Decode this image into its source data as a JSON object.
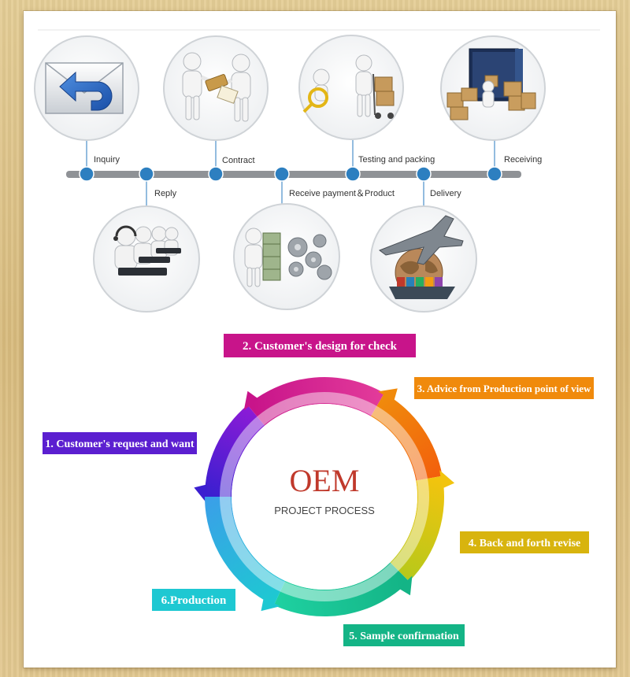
{
  "timeline": {
    "steps": [
      {
        "label": "Inquiry",
        "icon": "envelope-reply-icon"
      },
      {
        "label": "Reply",
        "icon": "call-center-icon"
      },
      {
        "label": "Contract",
        "icon": "handshake-contract-icon"
      },
      {
        "label": "Receive payment＆Product",
        "icon": "money-gears-icon"
      },
      {
        "label": "Testing and packing",
        "icon": "inspection-packing-icon"
      },
      {
        "label": "Delivery",
        "icon": "airplane-ship-globe-icon"
      },
      {
        "label": "Receiving",
        "icon": "container-boxes-icon"
      }
    ]
  },
  "oem": {
    "title": "OEM",
    "subtitle": "PROJECT PROCESS",
    "steps": [
      {
        "label": "1. Customer's request and want",
        "color": "#5b1fd0"
      },
      {
        "label": "2. Customer's design for check",
        "color": "#c8148a"
      },
      {
        "label": "3. Advice from Production point of view",
        "color": "#f08a0c"
      },
      {
        "label": "4. Back and forth revise",
        "color": "#d8b40e"
      },
      {
        "label": "5. Sample confirmation",
        "color": "#14b486"
      },
      {
        "label": "6.Production",
        "color": "#1ec8d2"
      }
    ]
  }
}
